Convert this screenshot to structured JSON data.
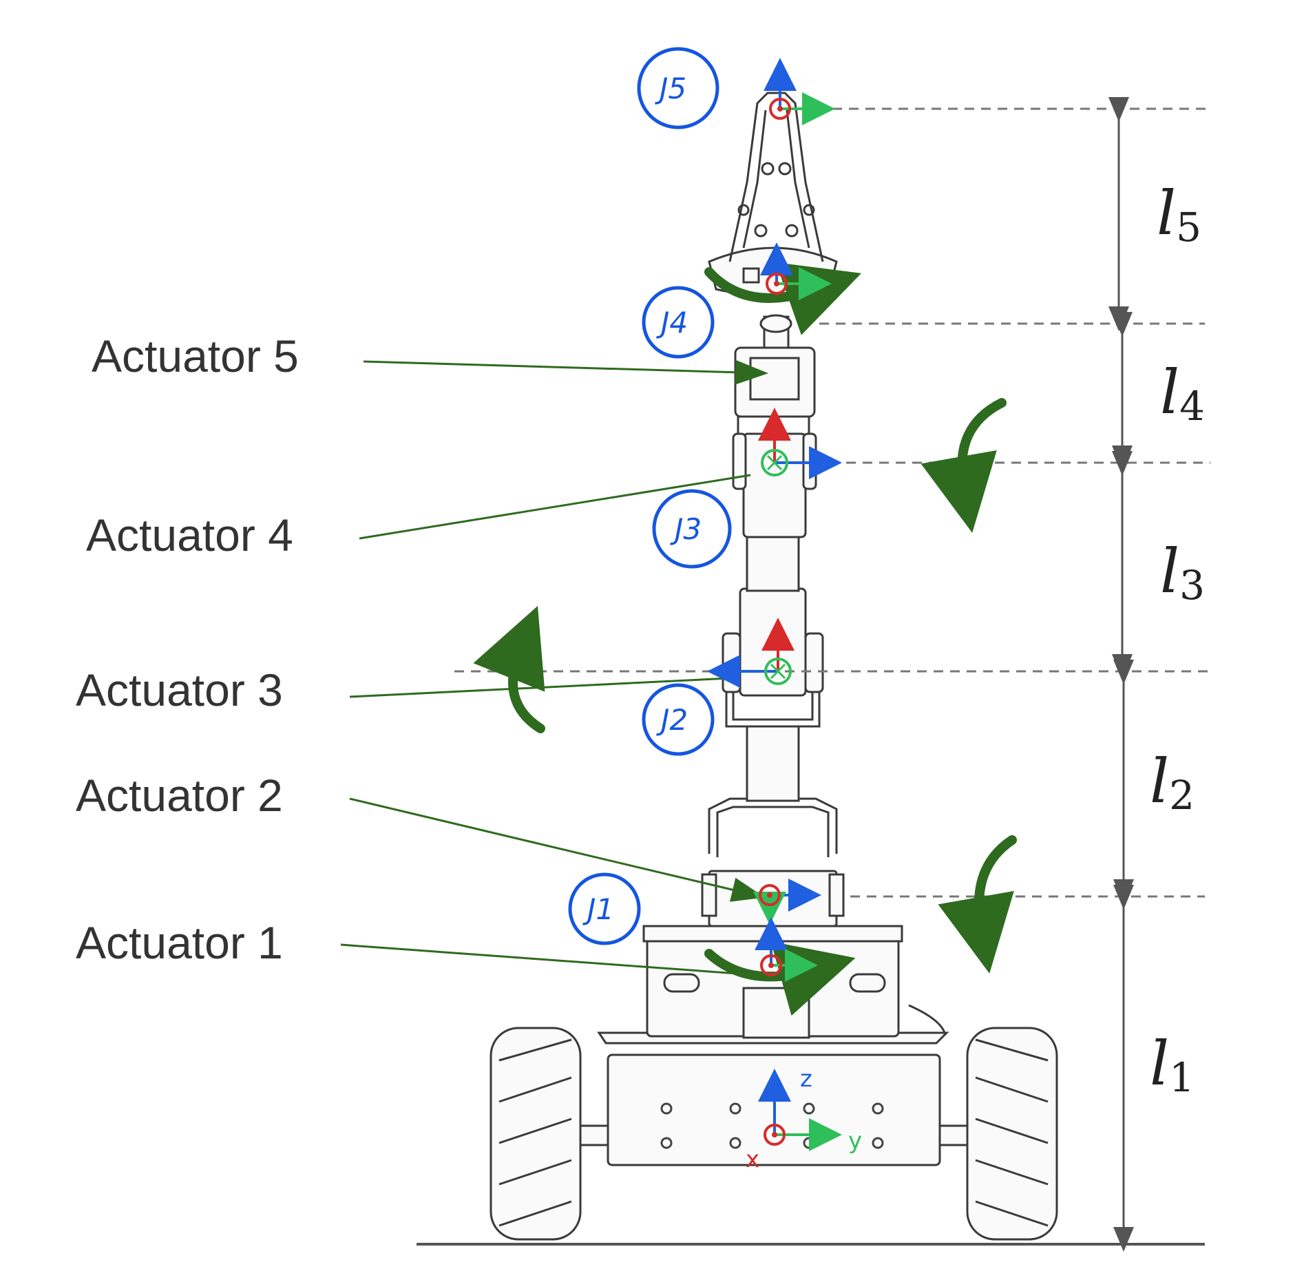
{
  "actuators": [
    {
      "label": "Actuator 5"
    },
    {
      "label": "Actuator 4"
    },
    {
      "label": "Actuator 3"
    },
    {
      "label": "Actuator 2"
    },
    {
      "label": "Actuator 1"
    }
  ],
  "joints": [
    {
      "label": "J5"
    },
    {
      "label": "J4"
    },
    {
      "label": "J3"
    },
    {
      "label": "J2"
    },
    {
      "label": "J1"
    }
  ],
  "link_lengths": [
    {
      "symbol": "l",
      "sub": "5"
    },
    {
      "symbol": "l",
      "sub": "4"
    },
    {
      "symbol": "l",
      "sub": "3"
    },
    {
      "symbol": "l",
      "sub": "2"
    },
    {
      "symbol": "l",
      "sub": "1"
    }
  ],
  "base_axes": {
    "z": "z",
    "y": "y",
    "x": "x"
  },
  "colors": {
    "annotation_green": "#2e6b1f",
    "axis_blue": "#1f5fe0",
    "axis_green": "#2fbf5a",
    "axis_red": "#d82a2a",
    "joint_blue": "#1456e0"
  }
}
